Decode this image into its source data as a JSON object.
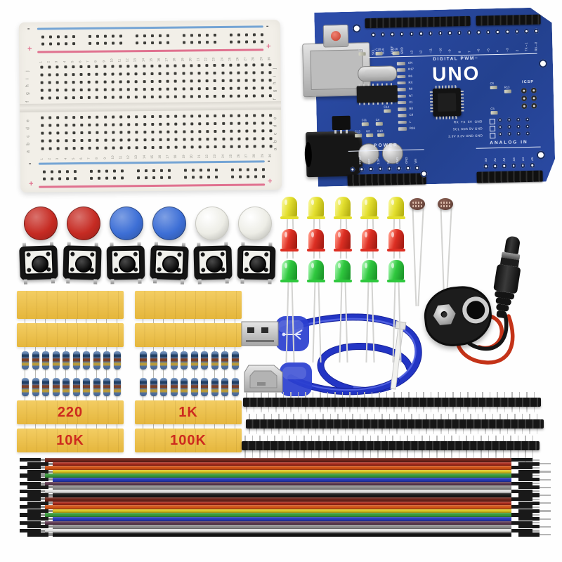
{
  "breadboard": {
    "columns": 30,
    "row_letters_top": [
      "j",
      "i",
      "h",
      "g",
      "f"
    ],
    "row_letters_bottom": [
      "e",
      "d",
      "c",
      "b",
      "a"
    ],
    "minus_label": "-",
    "plus_label": "+",
    "colors": {
      "body": "#f2efe8",
      "dot": "#3c3c38",
      "blue_line": "#74a4d4",
      "red_line": "#e0718f",
      "text": "#8f8f88"
    }
  },
  "arduino": {
    "title": "UNO",
    "digital_label": "DIGITAL PWM~",
    "power_label": "POWER",
    "analog_label": "ANALOG IN",
    "icsp_label": "ICSP",
    "top_pin_labels": [
      "SCL",
      "SDA",
      "AREF",
      "GND",
      "13",
      "12",
      "~11",
      "~10",
      "~9",
      "8",
      "7",
      "~6",
      "~5",
      "4",
      "~3",
      "2",
      "TX→1",
      "RX←0"
    ],
    "power_pin_labels": [
      "IOREF",
      "RST",
      "3.3V",
      "5V",
      "GND",
      "GND",
      "VIN"
    ],
    "analog_pin_labels": [
      "A0",
      "A1",
      "A2",
      "A3",
      "A4",
      "A5"
    ],
    "io_grid_labels": [
      "RX  TX  5V  GND",
      "SCL SDA 5V GND",
      "3.3V 3.3V GND GND"
    ],
    "component_refs": [
      "ON",
      "R17",
      "R6",
      "RX",
      "R9",
      "R7",
      "X1",
      "R8",
      "C8",
      "L",
      "R16"
    ],
    "misc_refs": [
      "C21",
      "C20",
      "C16",
      "C14",
      "C6",
      "R13",
      "C5",
      "C11",
      "C4",
      "C13",
      "U2",
      "C10"
    ],
    "colors": {
      "board": "#2a49a2",
      "silk": "#e9eefb",
      "header": "#141414"
    }
  },
  "button_caps": {
    "colors": [
      "#c62b23",
      "#c62b23",
      "#3d6fd6",
      "#3d6fd6",
      "#edede6",
      "#edede6"
    ]
  },
  "tact_switches": {
    "count": 6
  },
  "leds": {
    "columns": 5,
    "rows": [
      {
        "name": "yellow-led",
        "body": "#e3df2e",
        "hi": "#f6f48c",
        "dark": "#b9b414",
        "leg_len": 18
      },
      {
        "name": "red-led",
        "body": "#dd2f23",
        "hi": "#ff907e",
        "dark": "#a81d14",
        "leg_len": 14
      },
      {
        "name": "green-led",
        "body": "#2fc83e",
        "hi": "#9cf2a6",
        "dark": "#1d9a2b",
        "leg_len": 118
      }
    ]
  },
  "photoresistors": {
    "count": 2,
    "body": "#6e4a40"
  },
  "resistor_packs": {
    "resistors_per_row": 10,
    "packs": [
      {
        "row_labels": [
          "220",
          "10K"
        ]
      },
      {
        "row_labels": [
          "1K",
          "100K"
        ]
      }
    ],
    "label_color": "#cd2a1e",
    "tape_color": "#edc14f"
  },
  "usb_cable": {
    "cable": "#2335c4",
    "cable_hi": "#5a6ce8",
    "metal": "#c6c6c6",
    "tie": "#f1f1ee"
  },
  "battery_snap": {
    "body": "#1c1c1c",
    "wire_red": "#c43318",
    "wire_black": "#161616"
  },
  "pin_headers": {
    "strips": 3,
    "pins_per_strip": 40,
    "plastic": "#161616",
    "pin": "#b9b9b9"
  },
  "jumper_wires": {
    "colors": [
      "#6e251b",
      "#ab2c1c",
      "#cf5317",
      "#dcc41c",
      "#3a9a3c",
      "#2739b8",
      "#5e3a52",
      "#8f8f8f",
      "#e2e2e2",
      "#1a1a1a",
      "#6e251b",
      "#ab2c1c",
      "#cf5317",
      "#dcc41c",
      "#3a9a3c",
      "#2739b8",
      "#5e3a52",
      "#8f8f8f",
      "#e2e2e2",
      "#141414"
    ]
  }
}
